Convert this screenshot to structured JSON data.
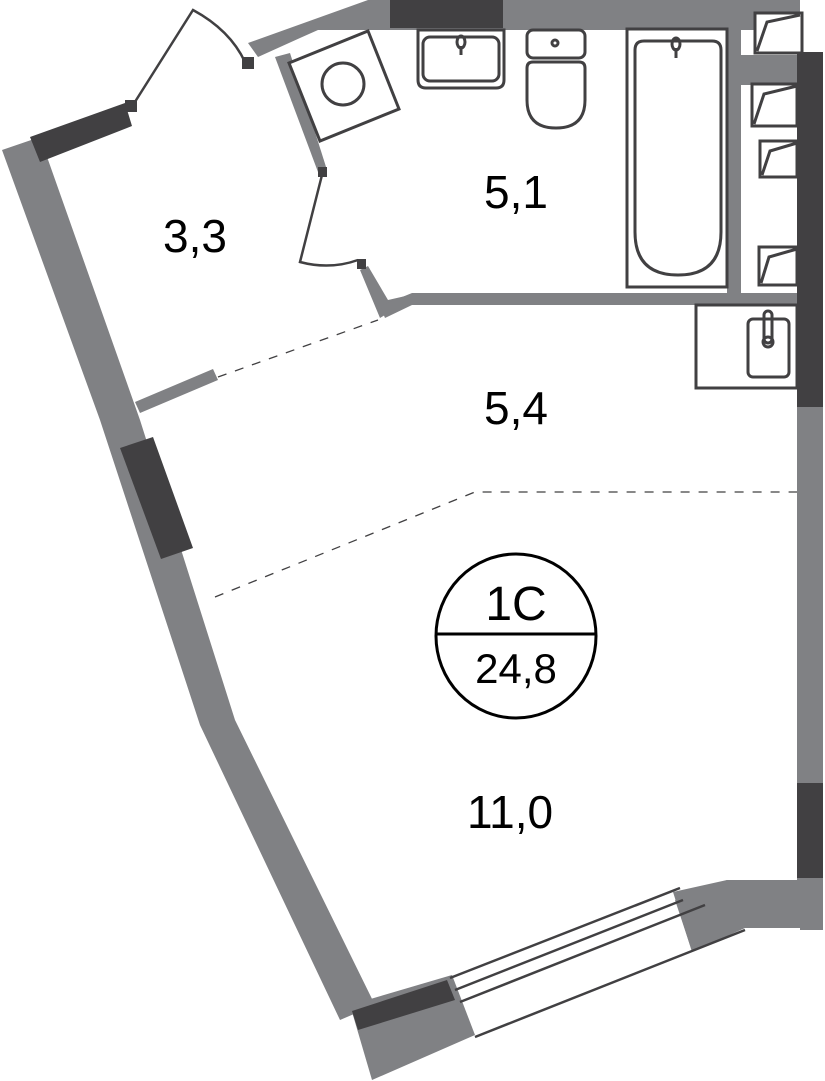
{
  "plan": {
    "apartment_type": "1С",
    "total_area": "24,8",
    "rooms": [
      {
        "id": "hall",
        "area": "3,3"
      },
      {
        "id": "bathroom",
        "area": "5,1"
      },
      {
        "id": "kitchen-corridor",
        "area": "5,4"
      },
      {
        "id": "living-room",
        "area": "11,0"
      }
    ],
    "fixtures": [
      "washing-machine",
      "washbasin",
      "toilet",
      "bathtub",
      "ventilation-shafts",
      "kitchen-sink"
    ]
  },
  "colors": {
    "wall": "#808184",
    "wall_bearing": "#414042",
    "line": "#414042",
    "background": "#ffffff",
    "text": "#000000"
  }
}
